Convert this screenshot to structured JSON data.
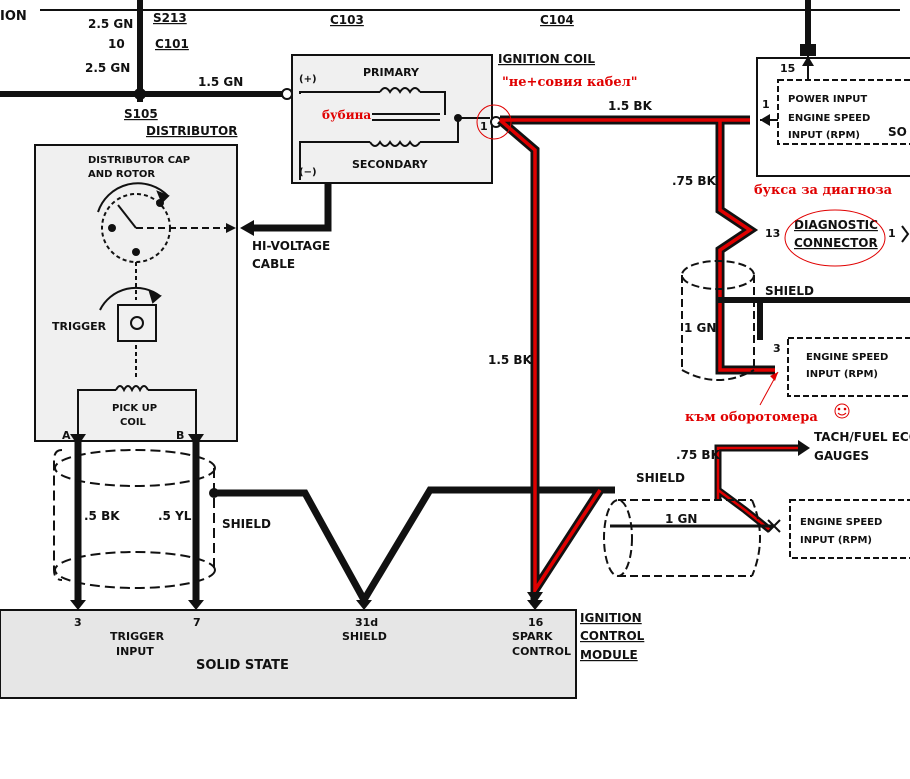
{
  "colors": {
    "ink": "#111111",
    "annotation": "#e00000",
    "module_fill": "#e6e6e6",
    "box_fill": "#f0f0f0"
  },
  "top_left": {
    "ion": "ION",
    "gn25_a": "2.5 GN",
    "s213": "S213",
    "c103": "C103",
    "c104": "C104",
    "ten": "10",
    "c101": "C101",
    "gn25_b": "2.5 GN",
    "gn15": "1.5 GN",
    "s105": "S105"
  },
  "ignition_coil": {
    "title": "IGNITION COIL",
    "plus": "(+)",
    "minus": "(−)",
    "primary": "PRIMARY",
    "secondary": "SECONDARY",
    "pin1": "1"
  },
  "distributor": {
    "title": "DISTRIBUTOR",
    "cap_rotor": [
      "DISTRIBUTOR CAP",
      "AND ROTOR"
    ],
    "trigger": "TRIGGER",
    "pickup": [
      "PICK UP",
      "COIL"
    ],
    "pin_a": "A",
    "pin_b": "B"
  },
  "hv_cable": [
    "HI-VOLTAGE",
    "CABLE"
  ],
  "wires": {
    "bk15_top": "1.5 BK",
    "bk15_mid": "1.5 BK",
    "bk75_a": ".75 BK",
    "bk75_b": ".75 BK",
    "gn1_a": "1 GN",
    "gn1_b": "1 GN",
    "bk5": ".5 BK",
    "yl5": ".5 YL",
    "shield_left": "SHIELD",
    "shield_mid": "SHIELD",
    "shield_right": "SHIELD"
  },
  "right_side": {
    "pin15": "15",
    "pin1": "1",
    "power_input": [
      "POWER INPUT",
      "ENGINE SPEED",
      "INPUT (RPM)"
    ],
    "so": "SO",
    "pin13": "13",
    "diag": [
      "DIAGNOSTIC",
      "CONNECTOR"
    ],
    "pin1b": "1",
    "pin3": "3",
    "engine_speed_a": [
      "ENGINE SPEED",
      "INPUT (RPM)"
    ],
    "tach": [
      "TACH/FUEL ECO",
      "GAUGES"
    ],
    "engine_speed_b": [
      "ENGINE SPEED",
      "INPUT (RPM)"
    ]
  },
  "module": {
    "pin3": "3",
    "trigger_input": [
      "TRIGGER",
      "INPUT"
    ],
    "pin7": "7",
    "pin31d": "31d",
    "shield": "SHIELD",
    "pin16": "16",
    "spark_control": [
      "SPARK",
      "CONTROL"
    ],
    "solid_state": "SOLID STATE",
    "title": [
      "IGNITION",
      "CONTROL",
      "MODULE"
    ]
  },
  "annotations": {
    "cable": "\"не+совия кабел\"",
    "bubina": "бубина",
    "diag_socket": "букса за диагноза",
    "tach": "към оборотомера"
  }
}
